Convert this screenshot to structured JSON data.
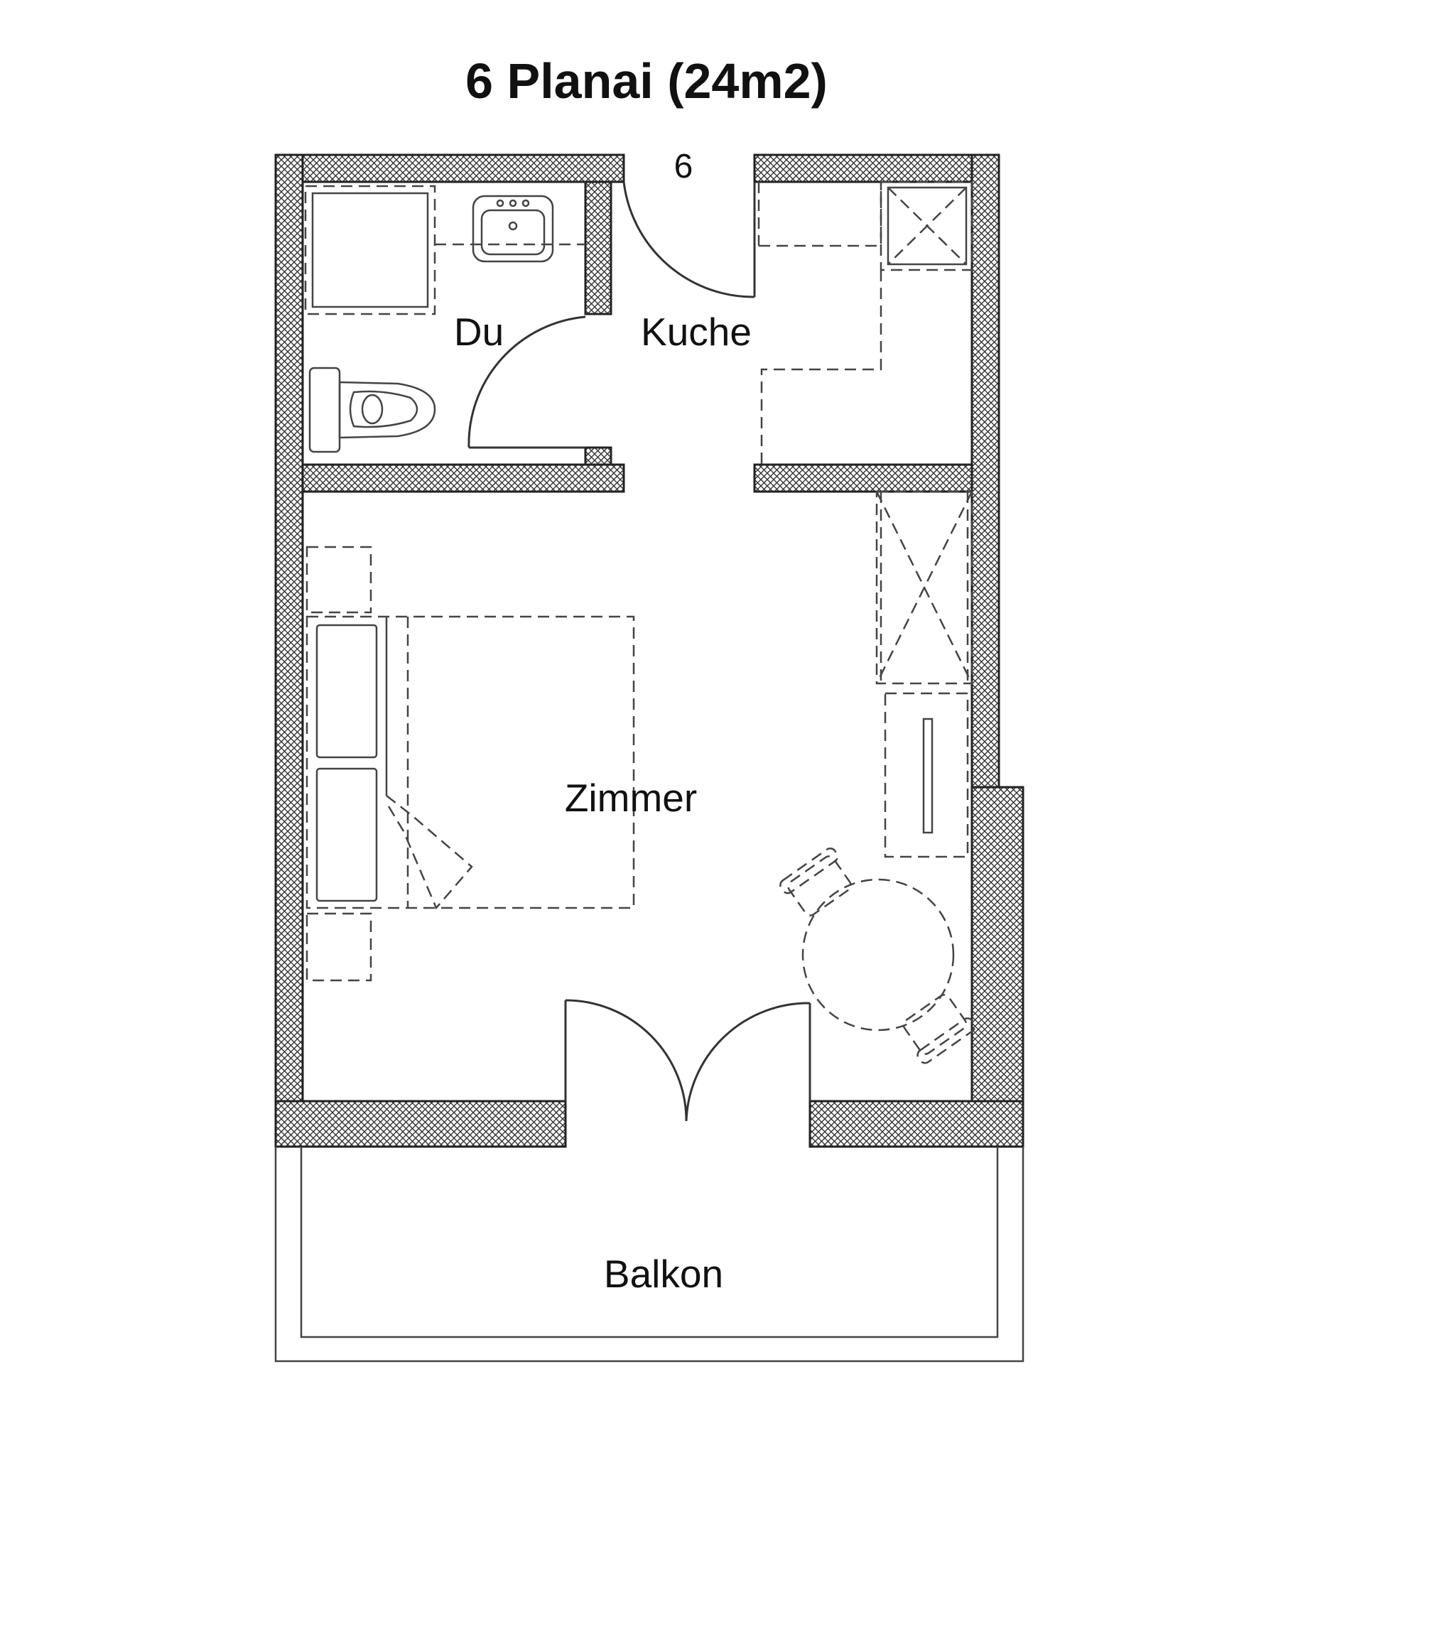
{
  "title": "6 Planai (24m2)",
  "door_number": "6",
  "rooms": {
    "du": "Du",
    "kuche": "Kuche",
    "zimmer": "Zimmer",
    "balkon": "Balkon"
  }
}
